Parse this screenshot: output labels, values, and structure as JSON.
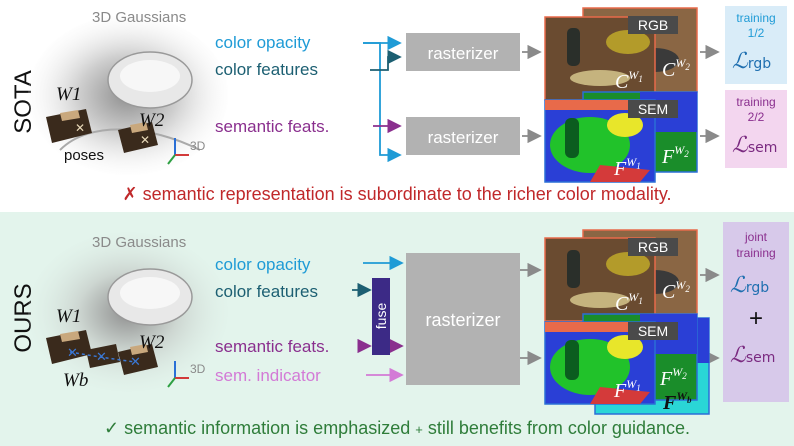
{
  "sota": {
    "row_label": "SOTA",
    "gaussians_label": "3D Gaussians",
    "inputs": [
      "color opacity",
      "color features",
      "semantic feats."
    ],
    "rasterizer_labels": [
      "rasterizer",
      "rasterizer"
    ],
    "rgb_tag": "RGB",
    "sem_tag": "SEM",
    "rgb_frames": [
      "C^W1",
      "C^W2"
    ],
    "sem_frames": [
      "F^W1",
      "F^W2"
    ],
    "poses_label": "poses",
    "weights": [
      "W1",
      "W2"
    ],
    "axis_label": "3D",
    "loss_rgb": {
      "title_line1": "training",
      "title_line2": "1/2",
      "symbol": "L_rgb"
    },
    "loss_sem": {
      "title_line1": "training",
      "title_line2": "2/2",
      "symbol": "L_sem"
    },
    "caption_mark": "✗",
    "caption": "semantic representation is subordinate to the richer color modality."
  },
  "ours": {
    "row_label": "OURS",
    "gaussians_label": "3D Gaussians",
    "inputs": [
      "color opacity",
      "color features",
      "semantic feats.",
      "sem. indicator"
    ],
    "fuse_label": "fuse",
    "rasterizer_label": "rasterizer",
    "rgb_tag": "RGB",
    "sem_tag": "SEM",
    "weights": [
      "W1",
      "W2",
      "Wb"
    ],
    "axis_label": "3D",
    "loss": {
      "title_line1": "joint",
      "title_line2": "training",
      "symbol_rgb": "L_rgb",
      "plus": "+",
      "symbol_sem": "L_sem"
    },
    "caption_mark": "✓",
    "caption_main": "semantic information is emphasized",
    "caption_plus": "+",
    "caption_tail": "still benefits from color guidance."
  },
  "colors": {
    "cyan": "#1f9bd6",
    "teal": "#1c5f72",
    "purple": "#8a2f8e",
    "pink": "#d37ad6",
    "rasterizer": "#b2b2b2",
    "fuse": "#3c2a86",
    "red_caption": "#c0282a",
    "green_caption": "#2f7d3a",
    "loss_rgb_bg": "#d9ecf8",
    "loss_sem_bg": "#f3d6ef",
    "loss_joint_bg": "#d7c9ea"
  }
}
